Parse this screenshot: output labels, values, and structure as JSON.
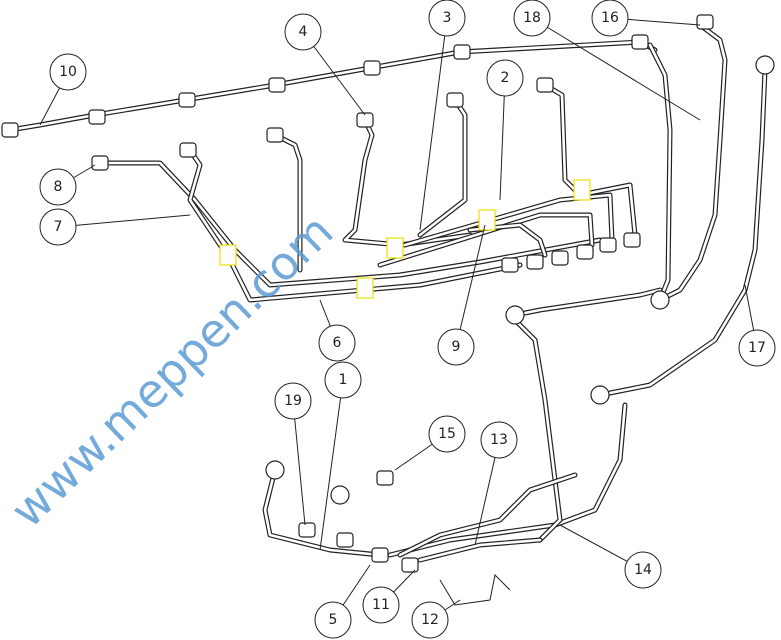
{
  "diagram": {
    "title": "Fuel injection lines exploded view",
    "callouts": [
      "10",
      "4",
      "3",
      "18",
      "16",
      "2",
      "8",
      "7",
      "6",
      "9",
      "17",
      "1",
      "19",
      "15",
      "13",
      "14",
      "5",
      "11",
      "12"
    ],
    "watermark": "www.meppen.com",
    "colors": {
      "line": "#222222",
      "clip_highlight": "#e8e000",
      "watermark": "#5b9bd5"
    }
  }
}
